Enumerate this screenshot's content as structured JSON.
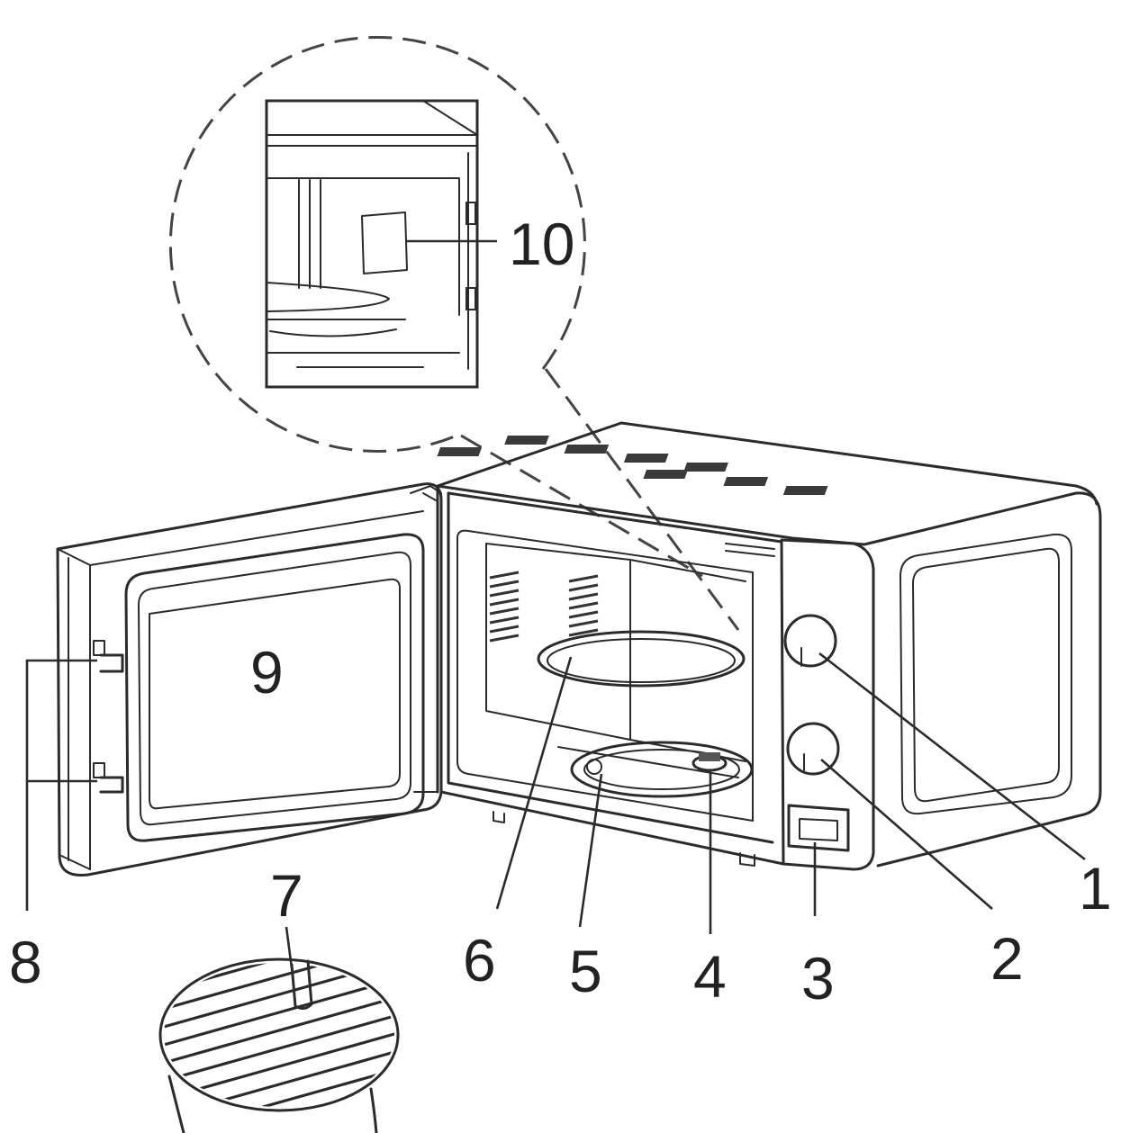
{
  "labels": {
    "knob_upper": "1",
    "knob_lower": "2",
    "display_panel": "3",
    "turntable_coupler": "4",
    "roller_ring": "5",
    "glass_tray": "6",
    "grill_rack": "7",
    "door_latches": "8",
    "door_window": "9",
    "waveguide_cover": "10"
  },
  "colors": {
    "line": "#2b2b2b",
    "background": "#ffffff"
  }
}
